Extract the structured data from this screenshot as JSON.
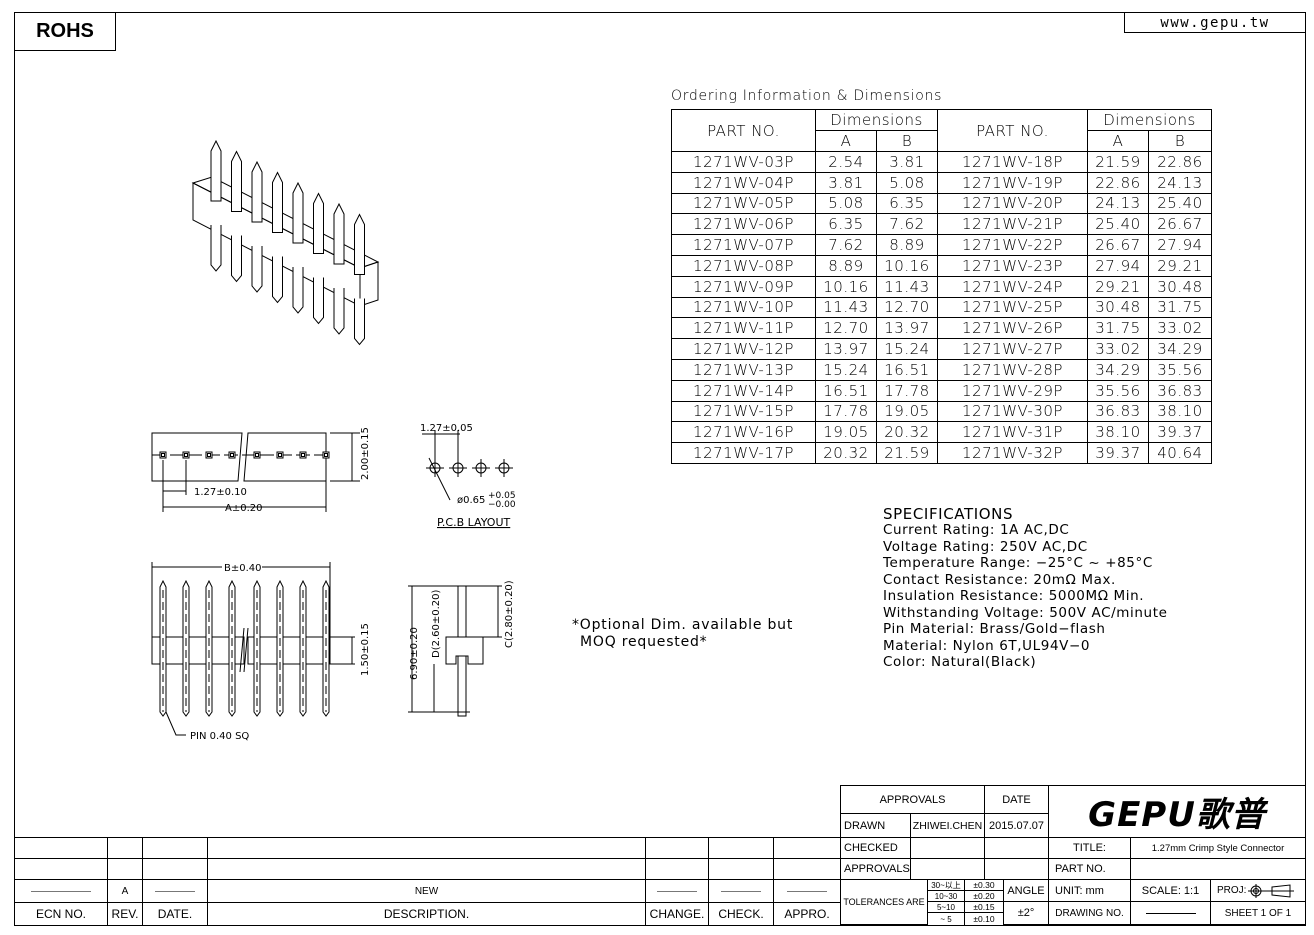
{
  "header": {
    "rohs": "ROHS",
    "website": "www.gepu.tw"
  },
  "ordering": {
    "title": "Ordering Information & Dimensions",
    "part_no_label": "PART NO.",
    "dimensions_label": "Dimensions",
    "col_a": "A",
    "col_b": "B",
    "left_rows": [
      [
        "1271WV-03P",
        "2.54",
        "3.81"
      ],
      [
        "1271WV-04P",
        "3.81",
        "5.08"
      ],
      [
        "1271WV-05P",
        "5.08",
        "6.35"
      ],
      [
        "1271WV-06P",
        "6.35",
        "7.62"
      ],
      [
        "1271WV-07P",
        "7.62",
        "8.89"
      ],
      [
        "1271WV-08P",
        "8.89",
        "10.16"
      ],
      [
        "1271WV-09P",
        "10.16",
        "11.43"
      ],
      [
        "1271WV-10P",
        "11.43",
        "12.70"
      ],
      [
        "1271WV-11P",
        "12.70",
        "13.97"
      ],
      [
        "1271WV-12P",
        "13.97",
        "15.24"
      ],
      [
        "1271WV-13P",
        "15.24",
        "16.51"
      ],
      [
        "1271WV-14P",
        "16.51",
        "17.78"
      ],
      [
        "1271WV-15P",
        "17.78",
        "19.05"
      ],
      [
        "1271WV-16P",
        "19.05",
        "20.32"
      ],
      [
        "1271WV-17P",
        "20.32",
        "21.59"
      ]
    ],
    "right_rows": [
      [
        "1271WV-18P",
        "21.59",
        "22.86"
      ],
      [
        "1271WV-19P",
        "22.86",
        "24.13"
      ],
      [
        "1271WV-20P",
        "24.13",
        "25.40"
      ],
      [
        "1271WV-21P",
        "25.40",
        "26.67"
      ],
      [
        "1271WV-22P",
        "26.67",
        "27.94"
      ],
      [
        "1271WV-23P",
        "27.94",
        "29.21"
      ],
      [
        "1271WV-24P",
        "29.21",
        "30.48"
      ],
      [
        "1271WV-25P",
        "30.48",
        "31.75"
      ],
      [
        "1271WV-26P",
        "31.75",
        "33.02"
      ],
      [
        "1271WV-27P",
        "33.02",
        "34.29"
      ],
      [
        "1271WV-28P",
        "34.29",
        "35.56"
      ],
      [
        "1271WV-29P",
        "35.56",
        "36.83"
      ],
      [
        "1271WV-30P",
        "36.83",
        "38.10"
      ],
      [
        "1271WV-31P",
        "38.10",
        "39.37"
      ],
      [
        "1271WV-32P",
        "39.37",
        "40.64"
      ]
    ]
  },
  "specifications": {
    "title": "SPECIFICATIONS",
    "lines": [
      "Current Rating: 1A AC,DC",
      "Voltage Rating: 250V AC,DC",
      "Temperature Range: −25°C ~ +85°C",
      "Contact Resistance: 20mΩ Max.",
      "Insulation Resistance: 5000MΩ Min.",
      "Withstanding Voltage: 500V AC/minute",
      "Pin Material: Brass/Gold−flash",
      "Material: Nylon 6T,UL94V−0",
      "Color: Natural(Black)"
    ]
  },
  "note": {
    "line1": "*Optional Dim. available but",
    "line2": "MOQ requested*"
  },
  "drawing": {
    "pitch": "1.27±0.10",
    "a_dim": "A±0.20",
    "height_dim": "2.00±0.15",
    "pcb_pitch": "1.27±0.05",
    "hole_dia": "ø0.65",
    "hole_tol_plus": "+0.05",
    "hole_tol_minus": "−0.00",
    "pcb_label": "P.C.B LAYOUT",
    "b_dim": "B±0.40",
    "body_height": "1.50±0.15",
    "pin_label": "PIN 0.40 SQ",
    "total_height": "6.90±0.20",
    "d_dim": "D(2.60±0.20)",
    "c_dim": "C(2.80±0.20)"
  },
  "title_block": {
    "approvals": "APPROVALS",
    "date": "DATE",
    "drawn": "DRAWN",
    "drawn_by": "ZHIWEI.CHEN",
    "drawn_date": "2015.07.07",
    "checked": "CHECKED",
    "approvals2": "APPROVALS",
    "tolerances": "TOLERANCES ARE",
    "tol_ranges": [
      "30~以上",
      "10~30",
      "5~10",
      "~ 5"
    ],
    "tol_values": [
      "±0.30",
      "±0.20",
      "±0.15",
      "±0.10"
    ],
    "angle": "ANGLE",
    "angle_tol": "±2°",
    "logo": "GEPU歌普",
    "title_label": "TITLE:",
    "title_value": "1.27mm Crimp Style Connector",
    "part_no": "PART NO.",
    "unit": "UNIT:  mm",
    "scale": "SCALE:   1:1",
    "proj": "PROJ:",
    "drawing_no": "DRAWING NO.",
    "sheet": "SHEET   1  OF  1"
  },
  "revision": {
    "row": {
      "rev": "A",
      "description": "NEW"
    },
    "headers": [
      "ECN NO.",
      "REV.",
      "DATE.",
      "DESCRIPTION.",
      "CHANGE.",
      "CHECK.",
      "APPRO."
    ]
  }
}
